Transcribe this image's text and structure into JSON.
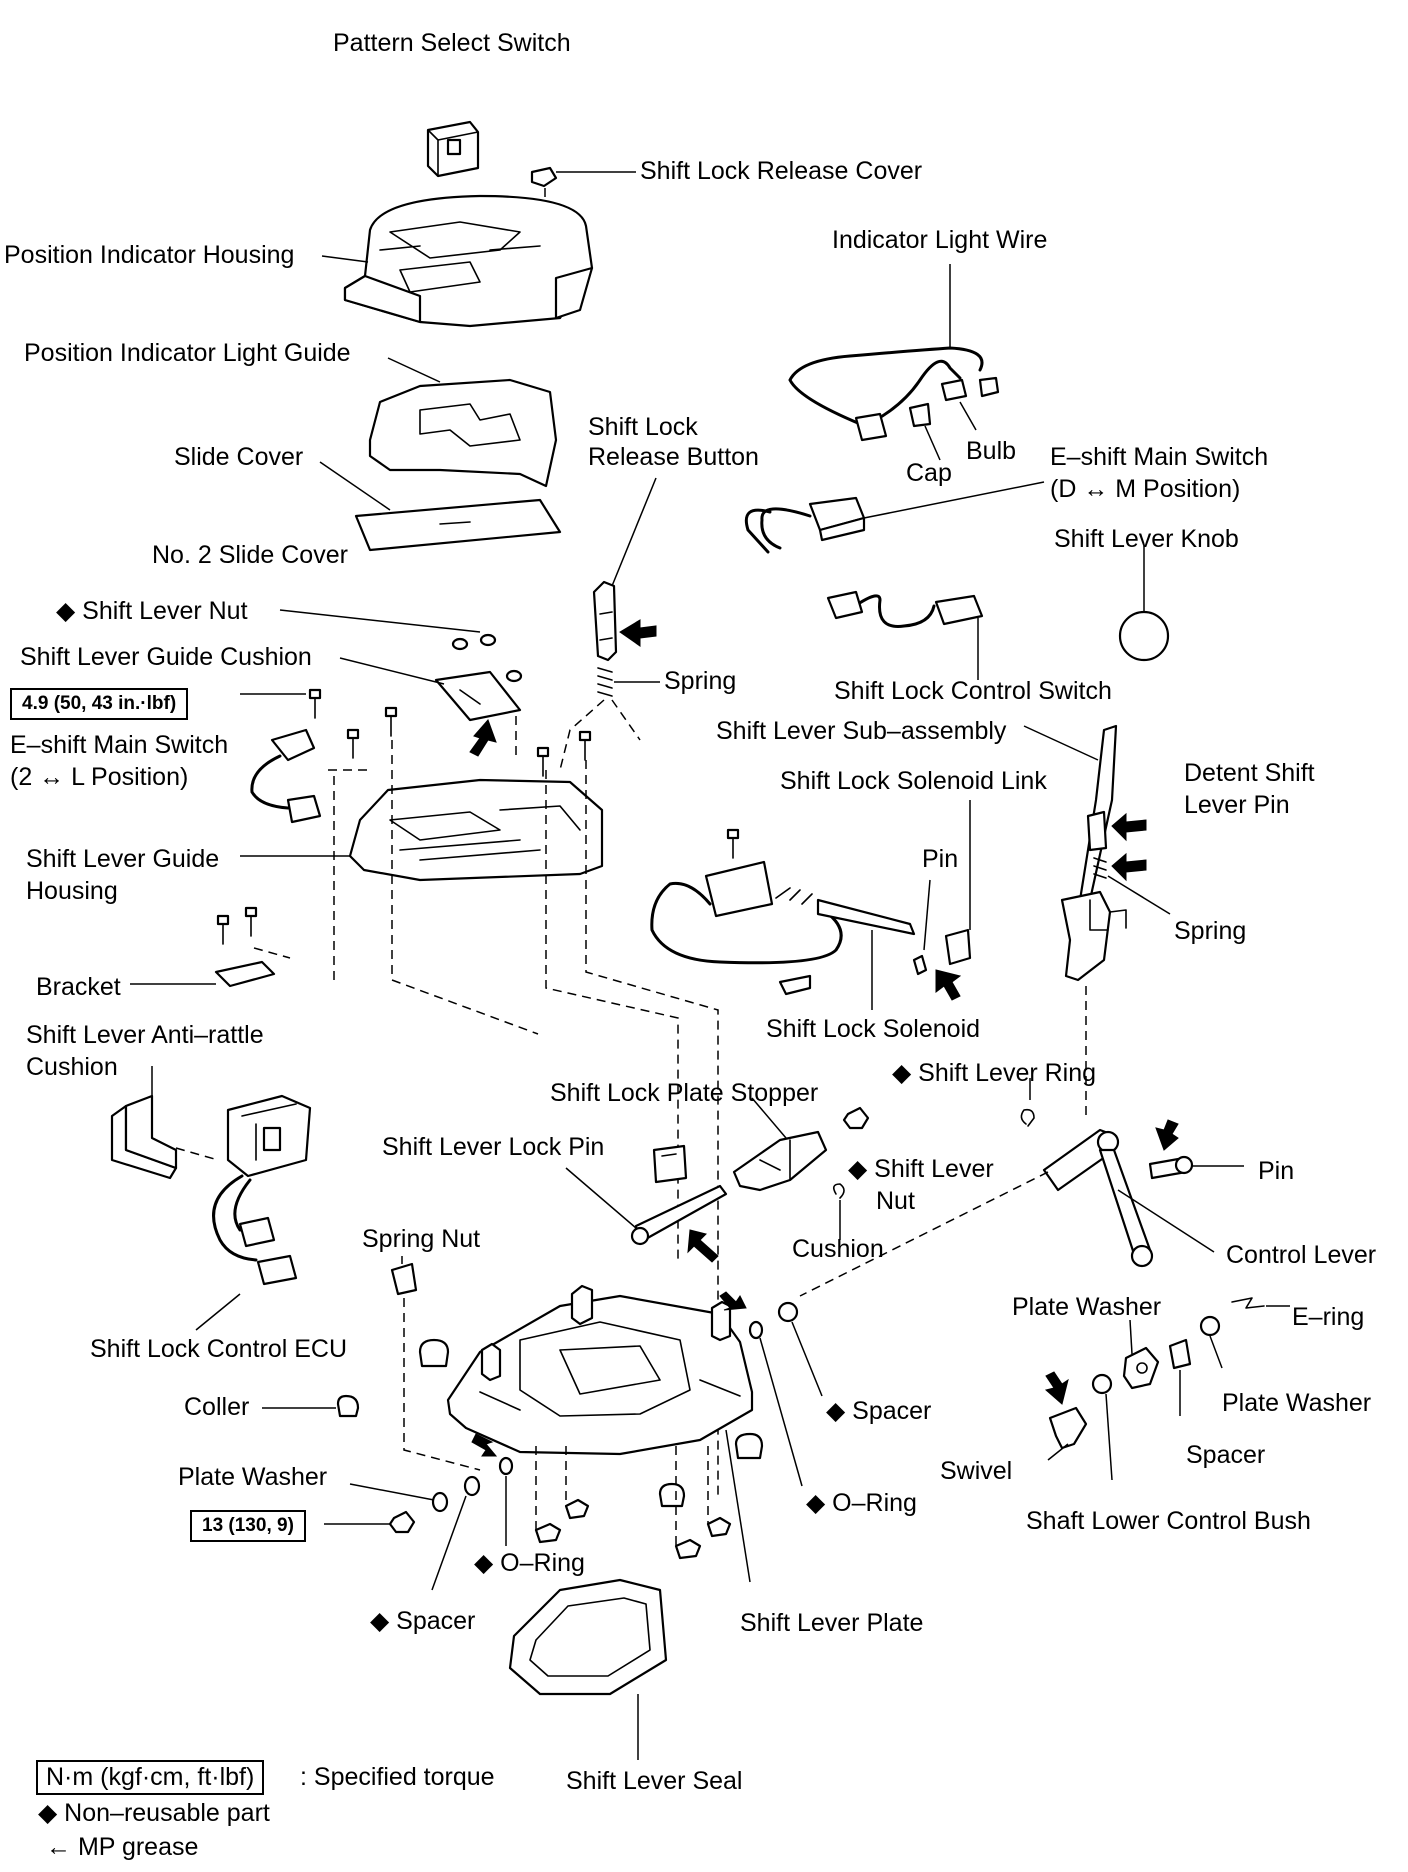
{
  "labels": {
    "pattern_select_switch": "Pattern Select Switch",
    "shift_lock_release_cover": "Shift Lock Release Cover",
    "position_indicator_housing": "Position Indicator Housing",
    "indicator_light_wire": "Indicator Light Wire",
    "position_indicator_light_guide": "Position Indicator Light Guide",
    "shift_lock_release_button_1": "Shift Lock",
    "shift_lock_release_button_2": "Release Button",
    "slide_cover": "Slide Cover",
    "bulb": "Bulb",
    "cap": "Cap",
    "e_shift_dm_1": "E–shift Main Switch",
    "e_shift_dm_2": "(D ↔ M Position)",
    "no2_slide_cover": "No. 2 Slide Cover",
    "shift_lever_knob": "Shift Lever Knob",
    "shift_lever_nut_top": "◆ Shift Lever Nut",
    "shift_lever_guide_cushion": "Shift Lever Guide Cushion",
    "spring_top": "Spring",
    "shift_lock_control_switch": "Shift Lock Control Switch",
    "shift_lever_sub_assembly": "Shift Lever Sub–assembly",
    "e_shift_2l_1": "E–shift Main Switch",
    "e_shift_2l_2": "(2 ↔ L Position)",
    "shift_lock_solenoid_link": "Shift Lock Solenoid Link",
    "detent_pin_1": "Detent Shift",
    "detent_pin_2": "Lever Pin",
    "guide_housing_1": "Shift Lever Guide",
    "guide_housing_2": "Housing",
    "pin_mid": "Pin",
    "spring_right": "Spring",
    "bracket": "Bracket",
    "shift_lock_solenoid": "Shift Lock Solenoid",
    "anti_rattle_1": "Shift Lever Anti–rattle",
    "anti_rattle_2": "Cushion",
    "shift_lever_ring": "◆ Shift Lever Ring",
    "shift_lock_plate_stopper": "Shift Lock Plate Stopper",
    "shift_lever_lock_pin": "Shift Lever Lock Pin",
    "shift_lever_nut_mid_1": "◆ Shift Lever",
    "shift_lever_nut_mid_2": "Nut",
    "pin_right": "Pin",
    "spring_nut": "Spring Nut",
    "cushion": "Cushion",
    "control_lever": "Control Lever",
    "plate_washer_top": "Plate Washer",
    "e_ring": "E–ring",
    "shift_lock_control_ecu": "Shift Lock Control ECU",
    "plate_washer_right": "Plate Washer",
    "coller": "Coller",
    "spacer_mid": "◆ Spacer",
    "swivel": "Swivel",
    "spacer_right": "Spacer",
    "plate_washer_left": "Plate Washer",
    "o_ring_right": "◆ O–Ring",
    "shaft_lower_control_bush": "Shaft Lower Control Bush",
    "o_ring_left": "◆ O–Ring",
    "spacer_left": "◆ Spacer",
    "shift_lever_plate": "Shift Lever Plate",
    "shift_lever_seal": "Shift Lever Seal"
  },
  "torque": {
    "guide_bolt": "4.9 (50, 43 in.·lbf)",
    "plate_nut": "13 (130, 9)"
  },
  "legend": {
    "unit_box": "N·m (kgf·cm, ft·lbf)",
    "unit_text": ": Specified torque",
    "non_reusable": "◆ Non–reusable part",
    "mp_grease": "← MP grease"
  }
}
